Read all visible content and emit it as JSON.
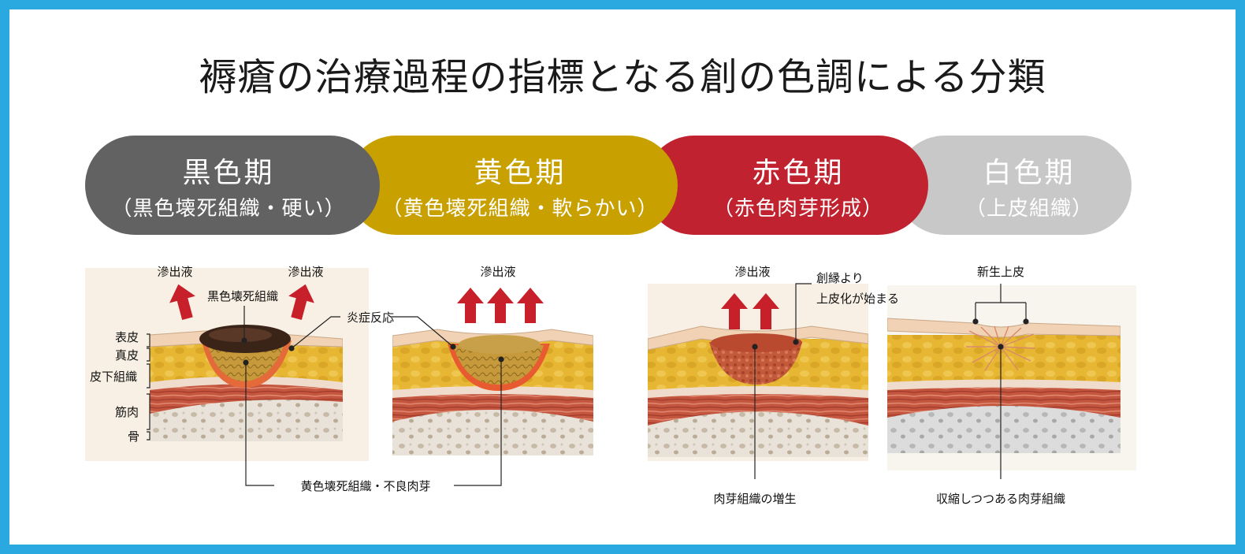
{
  "title": "褥瘡の治療過程の指標となる創の色調による分類",
  "stages": [
    {
      "name": "黒色期",
      "sub": "（黒色壊死組織・硬い）",
      "color": "#626262"
    },
    {
      "name": "黄色期",
      "sub": "（黄色壊死組織・軟らかい）",
      "color": "#c8a000"
    },
    {
      "name": "赤色期",
      "sub": "（赤色肉芽形成）",
      "color": "#c0232f"
    },
    {
      "name": "白色期",
      "sub": "（上皮組織）",
      "color": "#c8c8c8"
    }
  ],
  "labels": {
    "exudate": "滲出液",
    "black_necrosis": "黒色壊死組織",
    "inflammation": "炎症反応",
    "yellow_necrosis": "黄色壊死組織・不良肉芽",
    "epidermis": "表皮",
    "dermis": "真皮",
    "subcutis": "皮下組織",
    "muscle": "筋肉",
    "bone": "骨",
    "wound_edge_line1": "創縁より",
    "wound_edge_line2": "上皮化が始まる",
    "granulation_growth": "肉芽組織の増生",
    "new_epidermis": "新生上皮",
    "contracting_granulation": "収縮しつつある肉芽組織"
  },
  "colors": {
    "frame": "#2aa8e0",
    "arrow": "#c8202a",
    "skin": "#f1d2b4",
    "fat": "#e6b430",
    "muscle": "#c0503c",
    "bone": "#e6e0d6",
    "panel_bg": "#f8f2ea"
  }
}
